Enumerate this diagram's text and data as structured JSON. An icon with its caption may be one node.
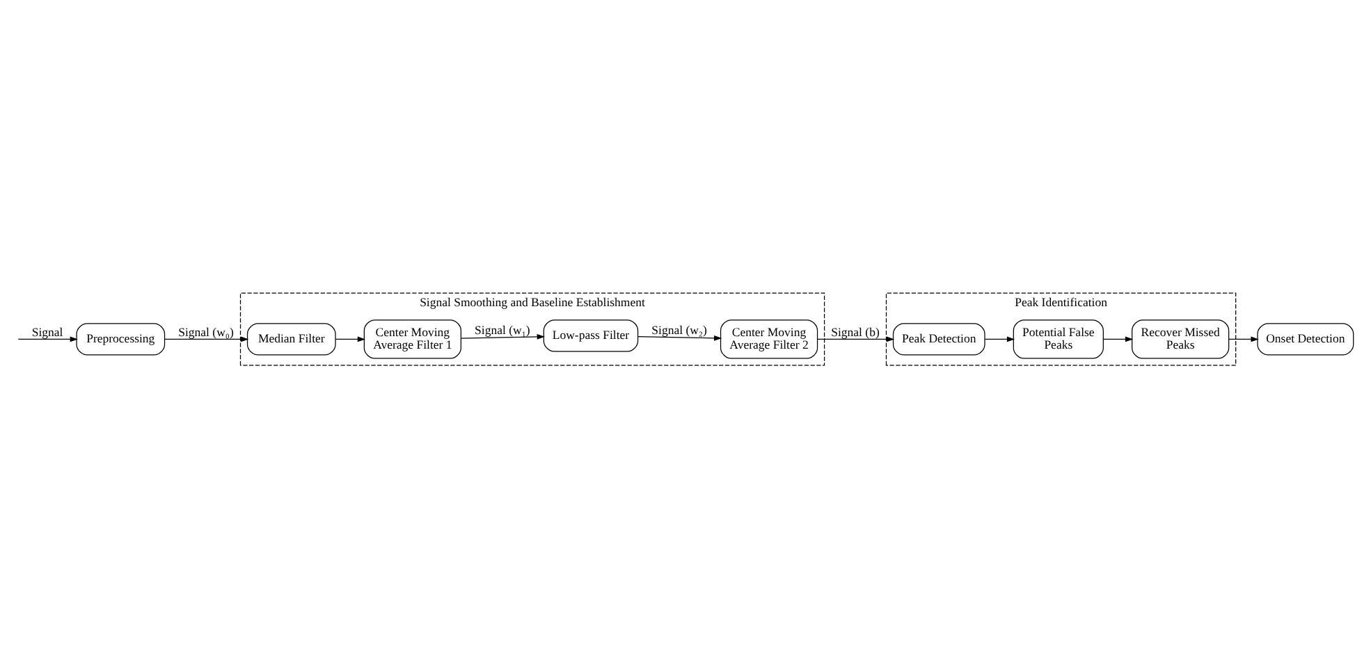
{
  "diagram": {
    "nodes": [
      {
        "text": [
          "Signal Smoothing and Baseline Establishment"
        ]
      },
      {
        "text": [
          "Preprocessing"
        ]
      },
      {
        "text": [
          "Median Filter"
        ],
        "in": 0
      },
      {
        "text": [
          "Center Moving Average Filter 1"
        ],
        "in": 0
      },
      {
        "text": [
          "Low-pass Filter"
        ],
        "in": 0
      },
      {
        "text": [
          "Center Moving Average Filter 2"
        ],
        "in": 0
      },
      {
        "text": [
          "Peak Identification"
        ]
      },
      {
        "text": [
          "Peak Detection"
        ],
        "in": 6
      },
      {
        "text": [
          "Potential False Peaks"
        ],
        "in": 6
      },
      {
        "text": [
          "Recover Missed Peaks"
        ],
        "in": 6
      },
      {
        "text": [
          "Onset Detection"
        ]
      }
    ],
    "edges": [
      {
        "from": null,
        "to": 1,
        "arrow": "to",
        "label": "Signal"
      },
      {
        "from": 1,
        "to": 2,
        "arrow": "to",
        "label": "Signal (w₀)"
      },
      {
        "from": 2,
        "to": 3,
        "arrow": "to"
      },
      {
        "from": 3,
        "to": 4,
        "arrow": "to",
        "label": "Signal (w₁)"
      },
      {
        "from": 4,
        "to": 5,
        "arrow": "to",
        "label": "Signal (w₂)"
      },
      {
        "from": 5,
        "to": 7,
        "arrow": "to",
        "label": "Signal (b)"
      },
      {
        "from": 7,
        "to": 8,
        "arrow": "to"
      },
      {
        "from": 8,
        "to": 9,
        "arrow": "to"
      },
      {
        "from": 9,
        "to": 10,
        "arrow": "to"
      }
    ]
  }
}
